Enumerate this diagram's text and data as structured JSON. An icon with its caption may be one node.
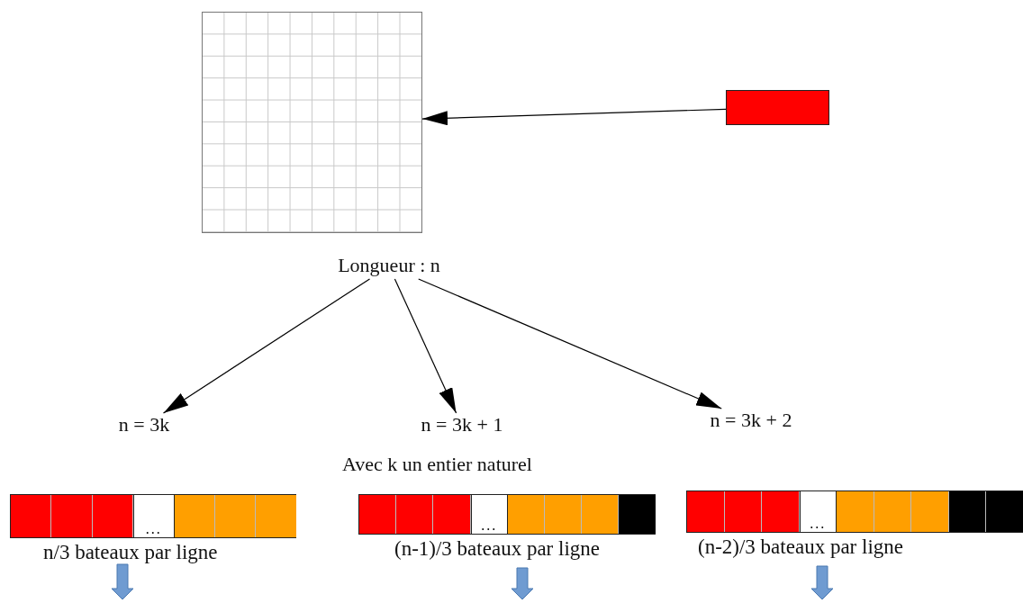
{
  "diagram": {
    "nodes": [
      {
        "text": [],
        "shape": "box"
      },
      {
        "text": [],
        "shape": "box"
      },
      {
        "text": [
          "Longueur : n"
        ]
      },
      {
        "text": [
          "n = 3k"
        ]
      },
      {
        "text": [
          "n = 3k + 1"
        ]
      },
      {
        "text": [
          "n = 3k + 2"
        ]
      },
      {
        "text": [
          "..."
        ],
        "beside": [
          "n/3 bateaux par ligne"
        ]
      },
      {
        "text": [
          "..."
        ],
        "beside": [
          "(n-1)/3 bateaux par ligne"
        ]
      },
      {
        "text": [
          "..."
        ],
        "beside": [
          "(n-2)/3 bateaux par ligne"
        ]
      }
    ],
    "edges": [
      {
        "from": 1,
        "to": 0,
        "arrow": "to"
      },
      {
        "from": 2,
        "to": 3,
        "arrow": "to"
      },
      {
        "from": 2,
        "to": 4,
        "arrow": "to"
      },
      {
        "from": 2,
        "to": 5,
        "arrow": "to"
      },
      {
        "from": 6,
        "to": null,
        "arrow": "to",
        "style": "thick",
        "color": "#6f9bd1"
      },
      {
        "from": 7,
        "to": null,
        "arrow": "to",
        "style": "thick",
        "color": "#6f9bd1"
      },
      {
        "from": 8,
        "to": null,
        "arrow": "to",
        "style": "thick",
        "color": "#6f9bd1"
      }
    ],
    "labels": [
      "Avec k un entier naturel"
    ]
  }
}
